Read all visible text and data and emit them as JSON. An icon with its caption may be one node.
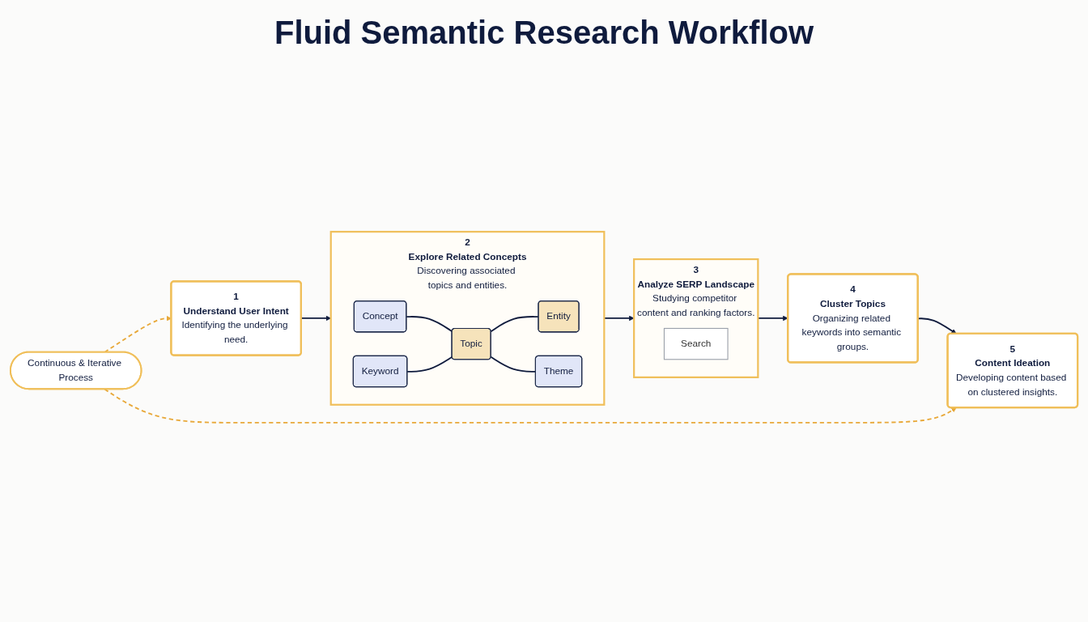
{
  "diagram": {
    "title": "Fluid Semantic Research Workflow",
    "nodes": [
      {
        "text": [
          "1",
          "Understand User Intent",
          "Identifying the underlying need."
        ]
      },
      {
        "text": [
          "2",
          "Explore Related Concepts",
          "Discovering associated topics and entities."
        ]
      },
      {
        "text": [
          "Concept"
        ],
        "in": 1
      },
      {
        "text": [
          "Keyword"
        ],
        "in": 1
      },
      {
        "text": [
          "Topic"
        ],
        "in": 1
      },
      {
        "text": [
          "Entity"
        ],
        "in": 1
      },
      {
        "text": [
          "Theme"
        ],
        "in": 1
      },
      {
        "text": [
          "3",
          "Analyze SERP Landscape",
          "Studying competitor content and ranking factors."
        ]
      },
      {
        "text": [
          "Search"
        ],
        "in": 7
      },
      {
        "text": [
          "4",
          "Cluster Topics",
          "Organizing related keywords into semantic groups."
        ]
      },
      {
        "text": [
          "5",
          "Content Ideation",
          "Developing content based on clustered insights."
        ]
      },
      {
        "text": [
          "Continuous & Iterative Process"
        ]
      }
    ],
    "edges": [
      {
        "from": 0,
        "to": 1,
        "arrow": "to"
      },
      {
        "from": 2,
        "to": 4,
        "arrow": "none"
      },
      {
        "from": 3,
        "to": 4,
        "arrow": "none"
      },
      {
        "from": 4,
        "to": 5,
        "arrow": "none"
      },
      {
        "from": 4,
        "to": 6,
        "arrow": "none"
      },
      {
        "from": 1,
        "to": 7,
        "arrow": "to"
      },
      {
        "from": 7,
        "to": 9,
        "arrow": "to"
      },
      {
        "from": 9,
        "to": 10,
        "arrow": "to"
      },
      {
        "from": 11,
        "to": 10,
        "arrow": "to",
        "style": "dashed",
        "color": "#e8a838"
      },
      {
        "from": 11,
        "to": 0,
        "arrow": "to",
        "style": "dashed",
        "color": "#e8a838"
      }
    ]
  }
}
